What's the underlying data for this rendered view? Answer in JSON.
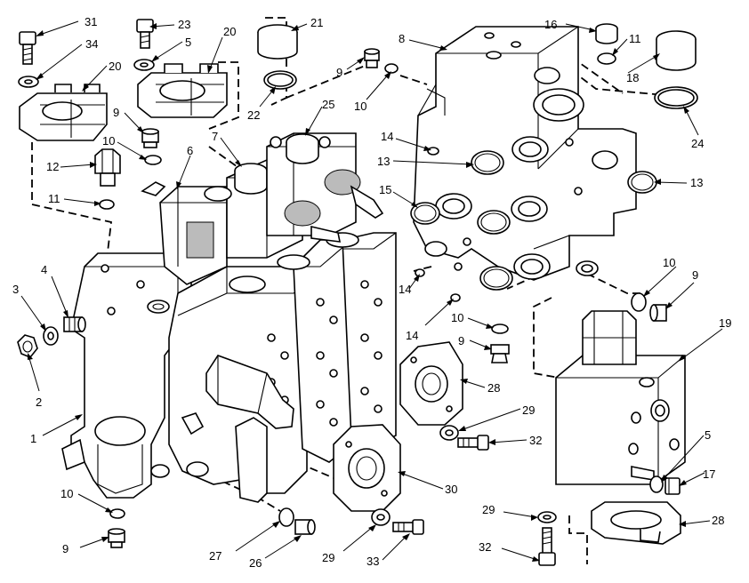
{
  "callouts": [
    {
      "id": "c31a",
      "text": "31"
    },
    {
      "id": "c34",
      "text": "34"
    },
    {
      "id": "c20a",
      "text": "20"
    },
    {
      "id": "c23",
      "text": "23"
    },
    {
      "id": "c5a",
      "text": "5"
    },
    {
      "id": "c20b",
      "text": "20"
    },
    {
      "id": "c21",
      "text": "21"
    },
    {
      "id": "c22",
      "text": "22"
    },
    {
      "id": "c9a",
      "text": "9"
    },
    {
      "id": "c10a",
      "text": "10"
    },
    {
      "id": "c8",
      "text": "8"
    },
    {
      "id": "c16",
      "text": "16"
    },
    {
      "id": "c11a",
      "text": "11"
    },
    {
      "id": "c18",
      "text": "18"
    },
    {
      "id": "c24",
      "text": "24"
    },
    {
      "id": "c25",
      "text": "25"
    },
    {
      "id": "c9b",
      "text": "9"
    },
    {
      "id": "c10b",
      "text": "10"
    },
    {
      "id": "c7",
      "text": "7"
    },
    {
      "id": "c6",
      "text": "6"
    },
    {
      "id": "c12",
      "text": "12"
    },
    {
      "id": "c11b",
      "text": "11"
    },
    {
      "id": "c14a",
      "text": "14"
    },
    {
      "id": "c13a",
      "text": "13"
    },
    {
      "id": "c15",
      "text": "15"
    },
    {
      "id": "c13b",
      "text": "13"
    },
    {
      "id": "c3",
      "text": "3"
    },
    {
      "id": "c4",
      "text": "4"
    },
    {
      "id": "c2",
      "text": "2"
    },
    {
      "id": "c1",
      "text": "1"
    },
    {
      "id": "c14b",
      "text": "14"
    },
    {
      "id": "c14c",
      "text": "14"
    },
    {
      "id": "c10c",
      "text": "10"
    },
    {
      "id": "c9c",
      "text": "9"
    },
    {
      "id": "c10d",
      "text": "10"
    },
    {
      "id": "c9d",
      "text": "9"
    },
    {
      "id": "c19",
      "text": "19"
    },
    {
      "id": "c28a",
      "text": "28"
    },
    {
      "id": "c29a",
      "text": "29"
    },
    {
      "id": "c32a",
      "text": "32"
    },
    {
      "id": "c5b",
      "text": "5"
    },
    {
      "id": "c17",
      "text": "17"
    },
    {
      "id": "c30",
      "text": "30"
    },
    {
      "id": "c10e",
      "text": "10"
    },
    {
      "id": "c9e",
      "text": "9"
    },
    {
      "id": "c27",
      "text": "27"
    },
    {
      "id": "c26",
      "text": "26"
    },
    {
      "id": "c29b",
      "text": "29"
    },
    {
      "id": "c33",
      "text": "33"
    },
    {
      "id": "c29c",
      "text": "29"
    },
    {
      "id": "c28b",
      "text": "28"
    },
    {
      "id": "c32b",
      "text": "32"
    }
  ]
}
